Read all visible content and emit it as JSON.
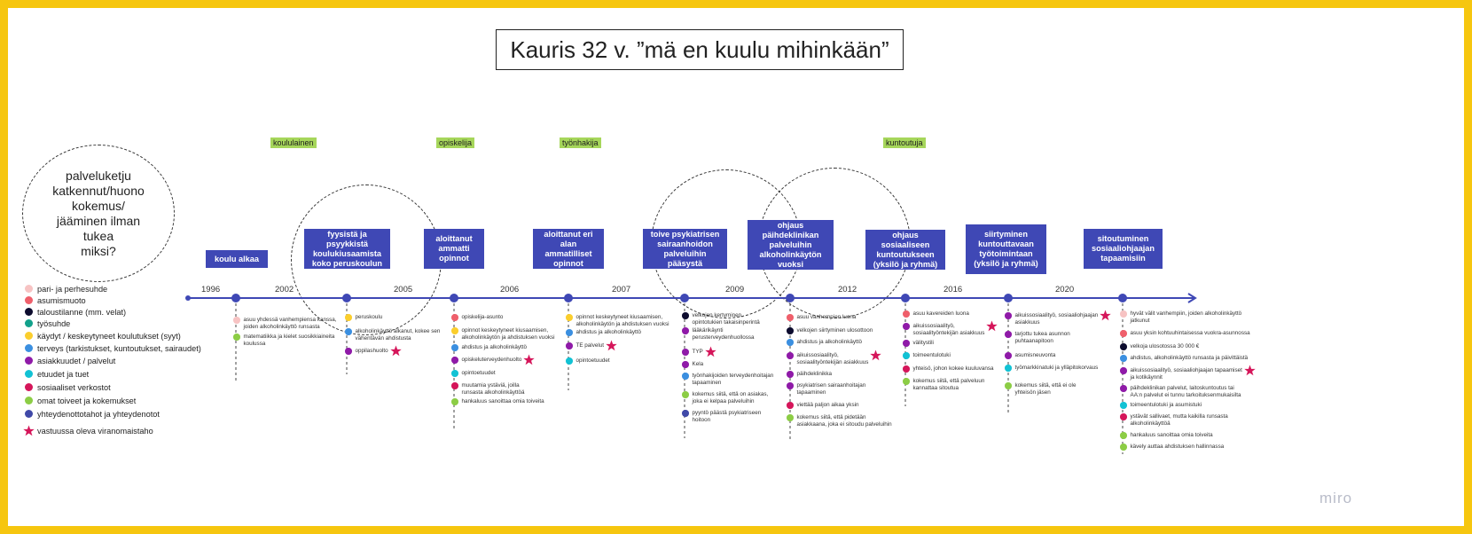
{
  "title": "Kauris 32 v. ”mä en kuulu mihinkään”",
  "bubble_text": "palveluketju\nkatkennut/huono\nkokemus/\njääminen ilman\ntukea\nmiksi?",
  "roles": [
    "koululainen",
    "opiskelija",
    "työnhakija",
    "kuntoutuja"
  ],
  "years": [
    "1996",
    "2002",
    "2005",
    "2006",
    "2007",
    "2009",
    "2012",
    "2016",
    "2020"
  ],
  "colors": {
    "frame": "#f6c60f",
    "event_box": "#3f48b5",
    "axis": "#3f48b5",
    "role_tag": "#a6d65b",
    "star": "#d5165a"
  },
  "legend": [
    {
      "label": "pari- ja perhesuhde",
      "color": "#f7c3c3"
    },
    {
      "label": "asumismuoto",
      "color": "#ef5f6b"
    },
    {
      "label": "taloustilanne (mm. velat)",
      "color": "#0d0c2e"
    },
    {
      "label": "työsuhde",
      "color": "#12a18b"
    },
    {
      "label": "käydyt / keskeytyneet koulutukset (syyt)",
      "color": "#fbce2d"
    },
    {
      "label": "terveys (tarkistukset, kuntoutukset, sairaudet)",
      "color": "#3b8fe0"
    },
    {
      "label": "asiakkuudet / palvelut",
      "color": "#8f1aa8"
    },
    {
      "label": "etuudet ja tuet",
      "color": "#12c2d4"
    },
    {
      "label": "sosiaaliset verkostot",
      "color": "#d5165a"
    },
    {
      "label": "omat toiveet ja kokemukset",
      "color": "#8ccd45"
    },
    {
      "label": "yhteydenottotahot ja yhteydenotot",
      "color": "#4049a8"
    },
    {
      "label": "vastuussa oleva viranomaistaho",
      "color": "#d5165a",
      "star": true
    }
  ],
  "events": [
    {
      "label": "koulu alkaa"
    },
    {
      "label": "fyysistä ja psyykkistä\nkoulukiusaamista\nkoko peruskoulun"
    },
    {
      "label": "aloittanut\nammatti\nopinnot"
    },
    {
      "label": "aloittanut eri\nalan ammatilliset\nopinnot"
    },
    {
      "label": "toive psykiatrisen\nsairaanhoidon\npalveluihin pääsystä"
    },
    {
      "label": "ohjaus päihdeklinikan\npalveluihin\nalkoholinkäytön\nvuoksi"
    },
    {
      "label": "ohjaus sosiaaliseen\nkuntoutukseen\n(yksilö ja ryhmä)"
    },
    {
      "label": "siirtyminen\nkuntouttavaan\ntyötoimintaan\n(yksilö ja ryhmä)"
    },
    {
      "label": "sitoutuminen\nsosiaaliohjaajan\ntapaamisiin"
    }
  ],
  "notes": [
    [
      {
        "text": "asuu yhdessä vanhempiensa kanssa,\njoiden alkoholinkäyttö runsasta",
        "color": "#f7c3c3"
      },
      {
        "text": "matematiikka ja kielet suosikkiaineita\nkoulussa",
        "color": "#8ccd45"
      }
    ],
    [
      {
        "text": "peruskoulu",
        "color": "#fbce2d"
      },
      {
        "text": "alkoholinkäyttö alkanut, kokee sen\nvähentävän ahdistusta",
        "color": "#3b8fe0"
      },
      {
        "text": "oppilashuolto",
        "color": "#8f1aa8",
        "star": true
      }
    ],
    [
      {
        "text": "opiskelija-asunto",
        "color": "#ef5f6b"
      },
      {
        "text": "opinnot keskeytyneet kiusaamisen,\nalkoholinkäytön ja ahdistuksen vuoksi",
        "color": "#fbce2d"
      },
      {
        "text": "ahdistus ja alkoholinkäyttö",
        "color": "#3b8fe0"
      },
      {
        "text": "opiskeluterveydenhuolto",
        "color": "#8f1aa8",
        "star": true
      },
      {
        "text": "opintoetuudet",
        "color": "#12c2d4"
      },
      {
        "text": "muutamia ystäviä, joilla\nrunsasta alkoholinkäyttöä",
        "color": "#d5165a"
      },
      {
        "text": "hankaluus sanoittaa omia toiveita",
        "color": "#8ccd45"
      }
    ],
    [
      {
        "text": "opinnot keskeytyneet kiusaamisen,\nalkoholinkäytön ja ahdistuksen vuoksi",
        "color": "#fbce2d"
      },
      {
        "text": "ahdistus ja alkoholinkäyttö",
        "color": "#3b8fe0"
      },
      {
        "text": "TE palvelut",
        "color": "#8f1aa8",
        "star": true
      },
      {
        "text": "opintoetuudet",
        "color": "#12c2d4"
      }
    ],
    [
      {
        "text": "velkojen kertyminen,\nopintotukien takaisinperintä",
        "color": "#0d0c2e"
      },
      {
        "text": "lääkärikäynti\nperusterveydenhuollossa",
        "color": "#8f1aa8"
      },
      {
        "text": "TYP",
        "color": "#8f1aa8",
        "star": true
      },
      {
        "text": "Kela",
        "color": "#8f1aa8"
      },
      {
        "text": "työnhakijoiden terveydenhoitajan\ntapaaminen",
        "color": "#3b8fe0"
      },
      {
        "text": "kokemus siitä, että on asiakas,\njoka ei kelpaa palveluihin",
        "color": "#8ccd45"
      },
      {
        "text": "pyyntö päästä psykiatriseen\nhoitoon",
        "color": "#4049a8"
      }
    ],
    [
      {
        "text": "asuu vanhempien luona",
        "color": "#ef5f6b"
      },
      {
        "text": "velkojen siirtyminen ulosottoon",
        "color": "#0d0c2e"
      },
      {
        "text": "ahdistus ja alkoholinkäyttö",
        "color": "#3b8fe0"
      },
      {
        "text": "aikuissosiaalityö,\nsosiaalityöntekijän asiakkuus",
        "color": "#8f1aa8",
        "star": true
      },
      {
        "text": "päihdeklinikka",
        "color": "#8f1aa8"
      },
      {
        "text": "psykiatrisen sairaanhoitajan\ntapaaminen",
        "color": "#8f1aa8"
      },
      {
        "text": "viettää paljon aikaa yksin",
        "color": "#d5165a"
      },
      {
        "text": "kokemus siitä, että pidetään\nasiakkaana, joka ei sitoudu palveluihin",
        "color": "#8ccd45"
      }
    ],
    [
      {
        "text": "asuu kavereiden luona",
        "color": "#ef5f6b"
      },
      {
        "text": "aikuissosiaalityö,\nsosiaalityöntekijän asiakkuus",
        "color": "#8f1aa8",
        "star": true
      },
      {
        "text": "välitystili",
        "color": "#8f1aa8"
      },
      {
        "text": "toimeentulotuki",
        "color": "#12c2d4"
      },
      {
        "text": "yhteisö, johon kokee kuuluvansa",
        "color": "#d5165a"
      },
      {
        "text": "kokemus siitä, että palveluun\nkannattaa sitoutua",
        "color": "#8ccd45"
      }
    ],
    [
      {
        "text": "aikuissosiaalityö, sosiaaliohjaajan\nasiakkuus",
        "color": "#8f1aa8",
        "star": true
      },
      {
        "text": "tarjottu tukea asunnon\npuhtaanapitoon",
        "color": "#8f1aa8"
      },
      {
        "text": "asumisneuvonta",
        "color": "#8f1aa8"
      },
      {
        "text": "työmarkkinatuki ja ylläpitokorvaus",
        "color": "#12c2d4"
      },
      {
        "text": "kokemus siitä, että ei ole\nyhteisön jäsen",
        "color": "#8ccd45"
      }
    ],
    [
      {
        "text": "hyvät välit vanhempiin, joiden alkoholinkäyttö\njatkunut",
        "color": "#f7c3c3"
      },
      {
        "text": "asuu yksin kohtuuhintaisessa vuokra-asunnossa",
        "color": "#ef5f6b"
      },
      {
        "text": "velkoja ulosotossa 30 000 €",
        "color": "#0d0c2e"
      },
      {
        "text": "ahdistus, alkoholinkäyttö runsasta ja päivittäistä",
        "color": "#3b8fe0"
      },
      {
        "text": "aikuissosiaalityö, sosiaaliohjaajan tapaamiset\nja kotikäynnit",
        "color": "#8f1aa8",
        "star": true
      },
      {
        "text": "päihdeklinikan palvelut, laitoskuntoutus tai\nAA:n palvelut ei tunnu tarkoituksenmukaisilta",
        "color": "#8f1aa8"
      },
      {
        "text": "toimeentulotuki ja asumistuki",
        "color": "#12c2d4"
      },
      {
        "text": "ystävät sallivaet, mutta kaikilla runsasta\nalkoholinkäyttöä",
        "color": "#d5165a"
      },
      {
        "text": "hankaluus sanoittaa omia toiveita",
        "color": "#8ccd45"
      },
      {
        "text": "kävely auttaa ahdistuksen hallinnassa",
        "color": "#8ccd45"
      }
    ]
  ],
  "watermark": "miro"
}
